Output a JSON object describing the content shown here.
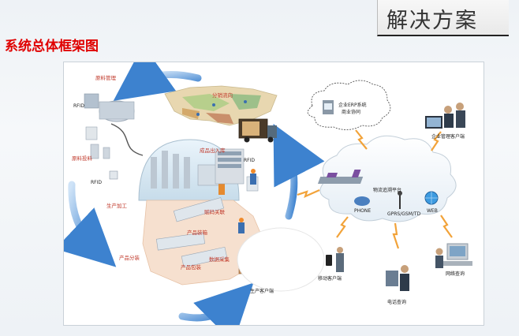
{
  "header": {
    "title": "解决方案"
  },
  "subtitle": "系统总体框架图",
  "diagram": {
    "labels": {
      "raw_material_mgmt": "原料管理",
      "rfid_1": "RFID",
      "raw_material_input": "原料投料",
      "rfid_2": "RFID",
      "production": "生产加工",
      "distribution_flow": "分销流向",
      "product_in_out": "成品出入库",
      "packing": "产品装箱",
      "code_link": "赋码关联",
      "rfid_3": "RFID",
      "packaging": "产品分装",
      "product_package": "产品包装",
      "data_collect": "数据采集",
      "producer": "生产客户端",
      "erp": "企业ERP系统",
      "erp_sub": "商业协同",
      "enterprise_client": "企业管理客户端",
      "platform": "物流追溯平台",
      "phone": "PHONE",
      "network": "GPRS/GSM/TD",
      "web": "WEB",
      "mobile_client": "移动客户端",
      "web_query": "网络查询",
      "phone_query": "电话查询"
    }
  },
  "colors": {
    "arrow_blue": "#4a90d9",
    "lightning": "#f2a33a",
    "title_red": "#e00000"
  }
}
